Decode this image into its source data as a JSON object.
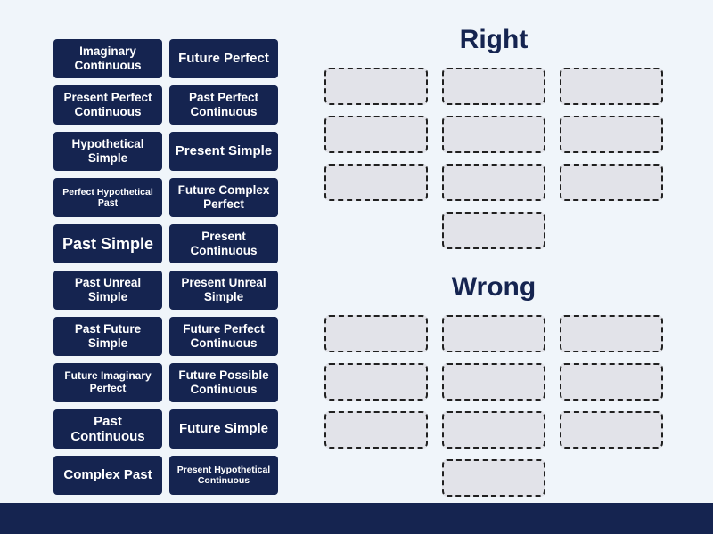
{
  "colors": {
    "background": "#f0f5fa",
    "tile_bg": "#152450",
    "tile_text": "#ffffff",
    "heading_text": "#152450",
    "slot_bg": "#e2e3e9",
    "slot_border": "#202020",
    "footer_bar": "#152450"
  },
  "tiles": [
    {
      "label": "Imaginary Continuous"
    },
    {
      "label": "Future Perfect"
    },
    {
      "label": "Present Perfect Continuous"
    },
    {
      "label": "Past Perfect Continuous"
    },
    {
      "label": "Hypothetical Simple"
    },
    {
      "label": "Present Simple"
    },
    {
      "label": "Perfect Hypothetical Past"
    },
    {
      "label": "Future Complex Perfect"
    },
    {
      "label": "Past Simple"
    },
    {
      "label": "Present Continuous"
    },
    {
      "label": "Past Unreal Simple"
    },
    {
      "label": "Present Unreal Simple"
    },
    {
      "label": "Past Future Simple"
    },
    {
      "label": "Future Perfect Continuous"
    },
    {
      "label": "Future Imaginary Perfect"
    },
    {
      "label": "Future Possible Continuous"
    },
    {
      "label": "Past Continuous"
    },
    {
      "label": "Future Simple"
    },
    {
      "label": "Complex Past"
    },
    {
      "label": "Present Hypothetical Continuous"
    }
  ],
  "groups": [
    {
      "label": "Right",
      "slots": 10
    },
    {
      "label": "Wrong",
      "slots": 10
    }
  ]
}
